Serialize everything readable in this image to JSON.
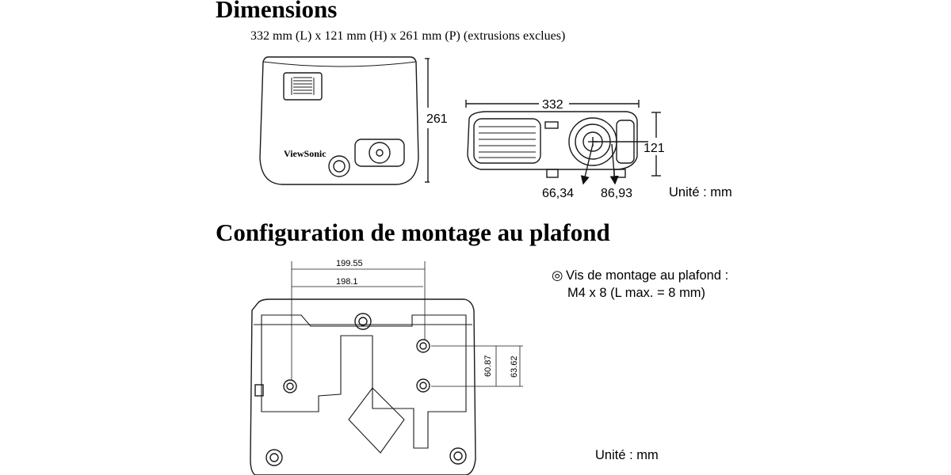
{
  "dimensions": {
    "title": "Dimensions",
    "subtitle": "332 mm (L) x 121 mm (H) x 261 mm (P) (extrusions exclues)",
    "top_view": {
      "brand": "ViewSonic",
      "depth_label": "261"
    },
    "front_view": {
      "width_label": "332",
      "height_label": "121",
      "lens_offset_left": "66,34",
      "lens_offset_right": "86,93"
    },
    "unit": "Unité : mm"
  },
  "ceiling_mount": {
    "title": "Configuration de montage au plafond",
    "screw_symbol": "◎",
    "screw_line1": "Vis de montage au plafond :",
    "screw_line2": "M4 x 8 (L max. = 8 mm)",
    "dim_199": "199.55",
    "dim_198": "198.1",
    "dim_60": "60.87",
    "dim_63": "63.62",
    "unit": "Unité : mm"
  },
  "colors": {
    "line": "#1a1a1a",
    "accent": "#000000"
  }
}
